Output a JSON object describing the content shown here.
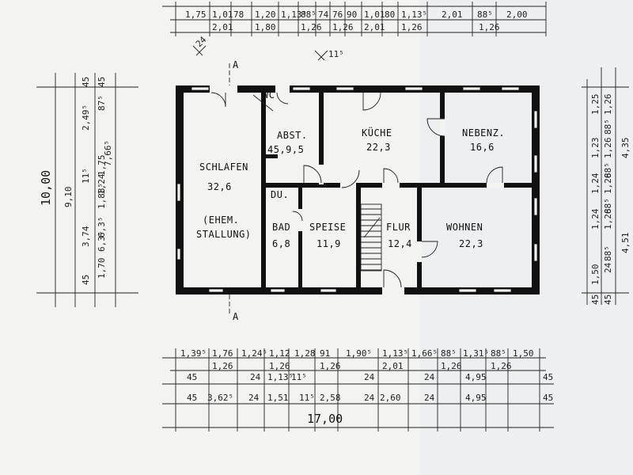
{
  "rooms": [
    {
      "id": "schlafen",
      "name": "SCHLAFEN",
      "area": "32,6",
      "extra1": "(EHEM.",
      "extra2": "STALLUNG)"
    },
    {
      "id": "wc",
      "name": "WC"
    },
    {
      "id": "abst",
      "name": "ABST.",
      "area": "45,9,5"
    },
    {
      "id": "kueche",
      "name": "KÜCHE",
      "area": "22,3"
    },
    {
      "id": "nebenz",
      "name": "NEBENZ.",
      "area": "16,6"
    },
    {
      "id": "du",
      "name": "DU."
    },
    {
      "id": "bad",
      "name": "BAD",
      "area": "6,8"
    },
    {
      "id": "speise",
      "name": "SPEISE",
      "area": "11,9"
    },
    {
      "id": "flur",
      "name": "FLUR",
      "area": "12,4"
    },
    {
      "id": "wohnen",
      "name": "WOHNEN",
      "area": "22,3"
    }
  ],
  "section_marker": "A",
  "top_dims": {
    "row1": [
      "1,75",
      "1,01",
      "78",
      "1,20",
      "1,13⁵",
      "88⁵",
      "74",
      "76",
      "90",
      "1,01",
      "80",
      "1,13⁵",
      "2,01",
      "88⁵",
      "2,00"
    ],
    "row2": [
      "2,01",
      "1,80",
      "1,26",
      "1,26",
      "2,01",
      "1,26",
      "1,26"
    ],
    "small1": "24",
    "small2": "11⁵"
  },
  "bottom_dims": {
    "row1": [
      "1,39⁵",
      "1,76",
      "1,24⁵",
      "1,12",
      "1,28",
      "91",
      "1,90⁵",
      "1,13⁵",
      "1,66⁵",
      "88⁵",
      "1,31⁵",
      "88⁵",
      "1,50"
    ],
    "row2": [
      "1,26",
      "1,26",
      "1,26",
      "2,01",
      "1,26",
      "1,26"
    ],
    "row3": [
      "45",
      "24",
      "1,13⁵",
      "11⁵",
      "24",
      "24",
      "4,95",
      "45"
    ],
    "row4": [
      "45",
      "3,62⁵",
      "24",
      "1,51",
      "11⁵",
      "2,58",
      "24",
      "2,60",
      "24",
      "4,95",
      "45"
    ],
    "total": "17,00"
  },
  "left_dims": {
    "total": "10,00",
    "mid": "9,10",
    "inner": [
      "45",
      "2,49⁵",
      "11⁵",
      "3,74",
      "45"
    ],
    "small": [
      "45",
      "87⁵",
      "1,75",
      "1,24",
      "1,88⁵",
      "1,70",
      "6,3⁵",
      "6,3⁵"
    ],
    "outer": "7,66⁵"
  },
  "right_dims": {
    "total": "4,35",
    "lower": "4,51",
    "inner": [
      "1,25",
      "1,23",
      "1,24",
      "1,24",
      "1,50",
      "45"
    ],
    "small": [
      "88⁵",
      "88⁵",
      "88⁵",
      "88⁵",
      "1,26",
      "1,26",
      "1,26",
      "1,26",
      "24",
      "45"
    ]
  }
}
